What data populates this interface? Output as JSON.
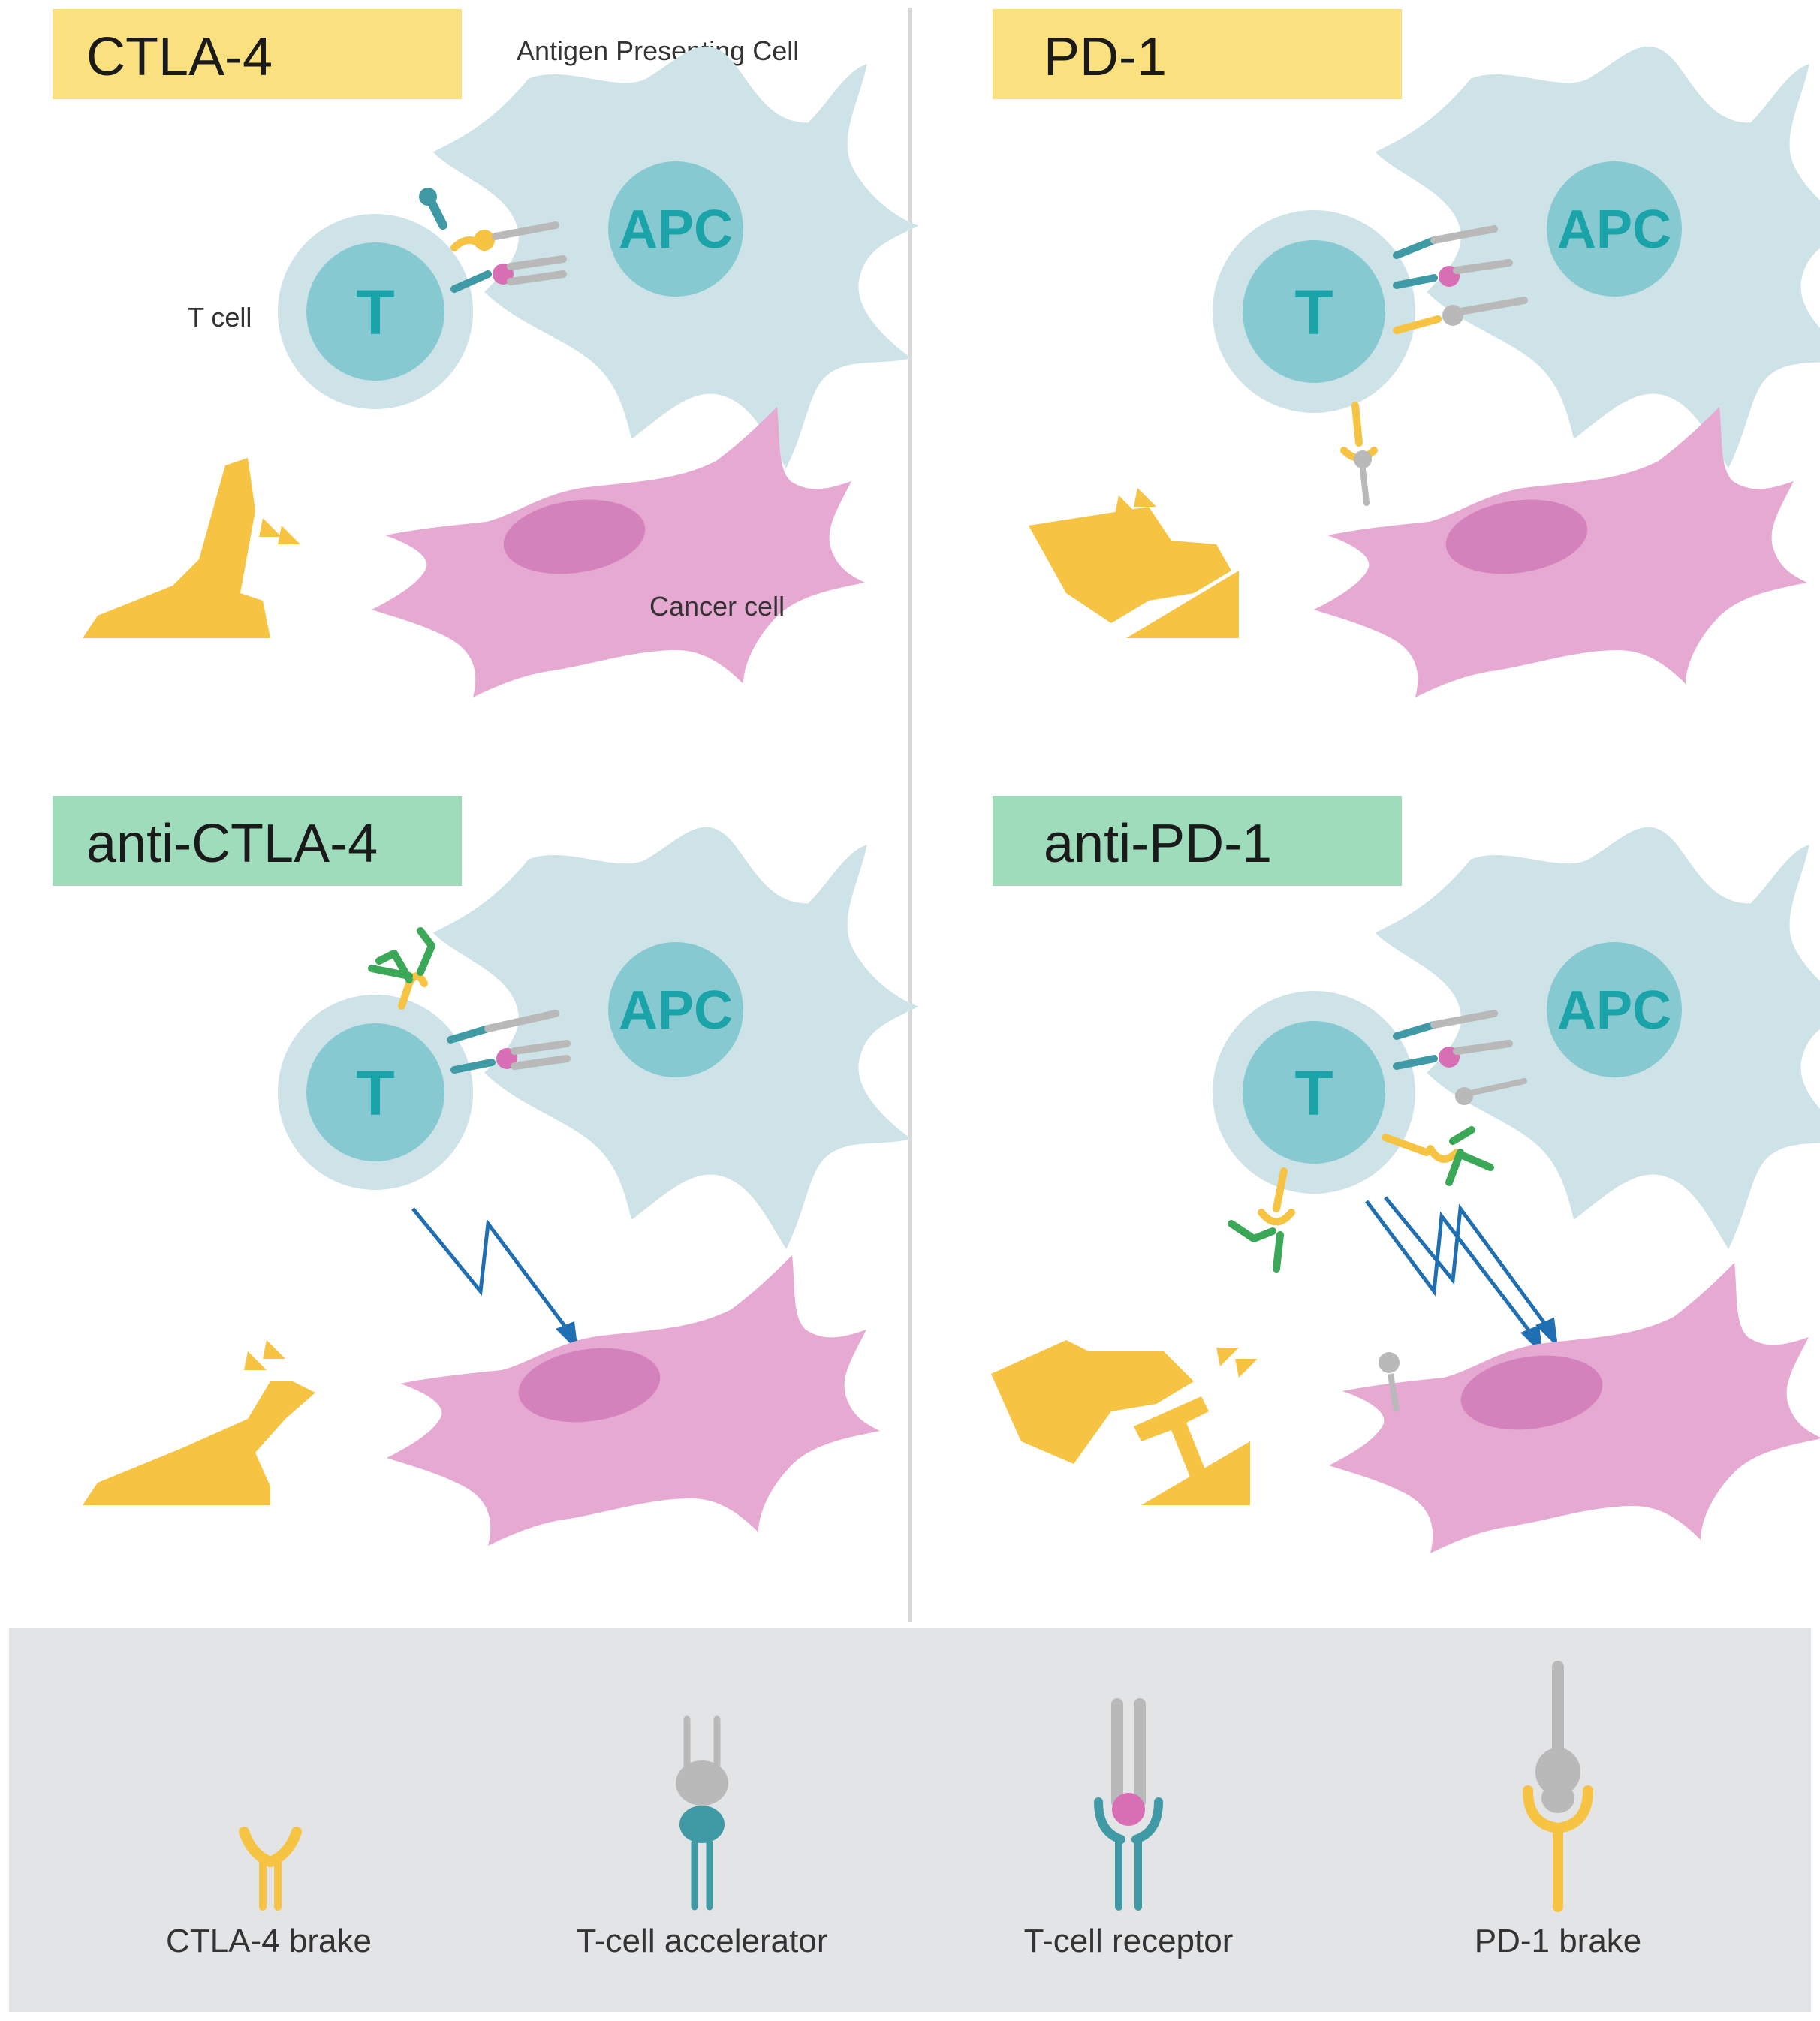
{
  "panels": {
    "ctla4": {
      "title": "CTLA-4",
      "apc_letter": "APC",
      "t_letter": "T",
      "apc_caption": "Antigen Presenting Cell",
      "t_caption": "T cell",
      "cancer_caption": "Cancer cell"
    },
    "pd1": {
      "title": "PD-1",
      "apc_letter": "APC",
      "t_letter": "T"
    },
    "anti_ctla4": {
      "title": "anti-CTLA-4",
      "apc_letter": "APC",
      "t_letter": "T"
    },
    "anti_pd1": {
      "title": "anti-PD-1",
      "apc_letter": "APC",
      "t_letter": "T"
    }
  },
  "legend": {
    "ctla4_brake": "CTLA-4 brake",
    "tcell_accelerator": "T-cell accelerator",
    "tcell_receptor": "T-cell receptor",
    "pd1_brake": "PD-1 brake"
  },
  "colors": {
    "title_yellow": "#fbe07f",
    "title_green": "#9fdcbb",
    "apc_body": "#cde3e8",
    "nucleus_teal": "#86c9d0",
    "cancer_pink": "#e6a9d2",
    "cancer_nucleus": "#d482bc",
    "brake_yellow": "#f6c343",
    "antibody_green": "#3aa856",
    "signal_blue": "#1f6fb2",
    "legend_bg": "#e3e4e6"
  }
}
